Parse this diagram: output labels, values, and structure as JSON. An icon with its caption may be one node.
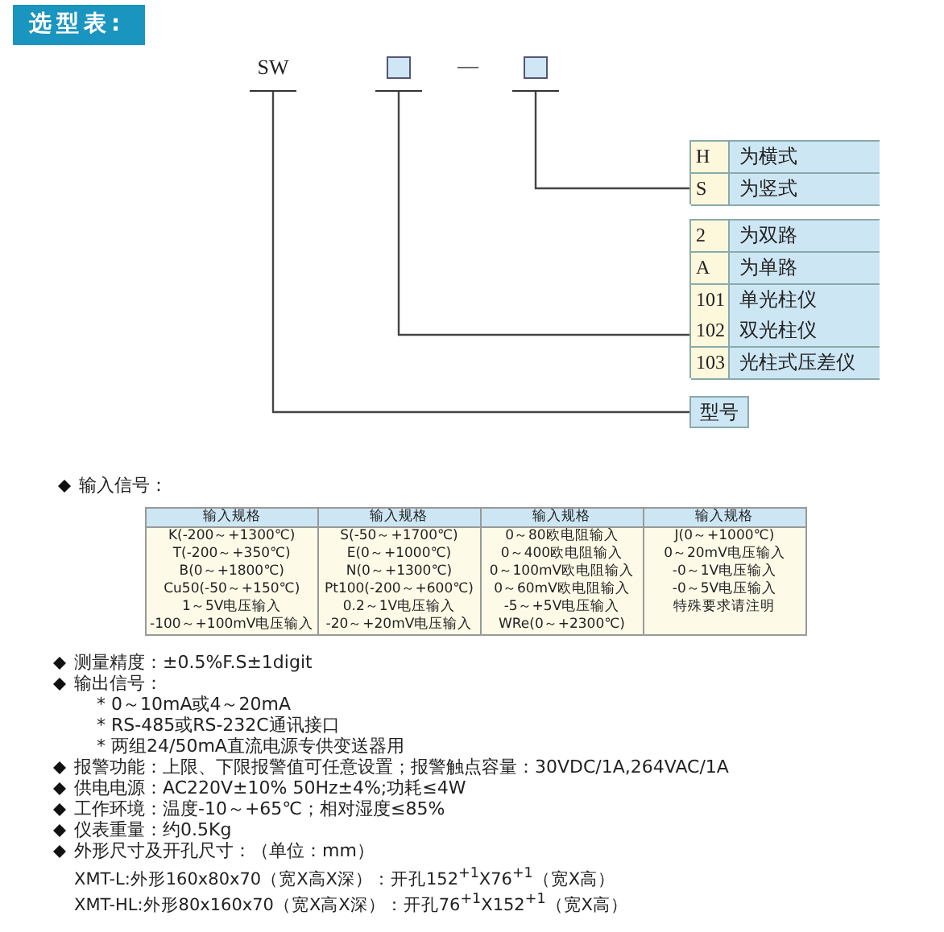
{
  "diagram": {
    "title": "选型表:",
    "nodes": [
      {
        "text": [
          "SW"
        ]
      },
      {
        "text": [],
        "shape": "box"
      },
      {
        "text": [],
        "shape": "box"
      },
      {
        "text": [],
        "shape": "box"
      },
      {
        "text": [
          "H",
          "为横式"
        ],
        "in": 3
      },
      {
        "text": [
          "S",
          "为竖式"
        ],
        "in": 3
      },
      {
        "text": [],
        "shape": "box"
      },
      {
        "text": [
          "2",
          "为双路"
        ],
        "in": 6
      },
      {
        "text": [
          "A",
          "为单路"
        ],
        "in": 6
      },
      {
        "text": [
          "101",
          "单光柱仪"
        ],
        "in": 6
      },
      {
        "text": [
          "102",
          "双光柱仪"
        ],
        "in": 6
      },
      {
        "text": [
          "103",
          "光柱式压差仪"
        ],
        "in": 6
      },
      {
        "text": [
          "型号"
        ]
      }
    ],
    "edges": [
      {
        "from": 2,
        "to": 3,
        "arrow": "none"
      },
      {
        "from": 1,
        "to": 6,
        "arrow": "none"
      },
      {
        "from": 0,
        "to": 12,
        "arrow": "none"
      }
    ],
    "labels": [
      "—",
      "输入信号：",
      "输入规格",
      "输入规格",
      "输入规格",
      "输入规格",
      "K(-200～+1300℃)",
      "S(-50～+1700℃)",
      "0～80欧电阻输入",
      "J(0～+1000℃)",
      "T(-200～+350℃)",
      "E(0～+1000℃)",
      "0～400欧电阻输入",
      "0～20mV电压输入",
      "B(0～+1800℃)",
      "N(0～+1300℃)",
      "0～100mV欧电阻输入",
      "-0～1V电压输入",
      "Cu50(-50～+150℃)",
      "Pt100(-200～+600℃)",
      "0～60mV欧电阻输入",
      "-0～5V电压输入",
      "1～5V电压输入",
      "0.2～1V电压输入",
      "-5～+5V电压输入",
      "特殊要求请注明",
      "-100～+100mV电压输入",
      "-20～+20mV电压输入",
      "WRe(0～+2300℃)",
      "测量精度：±0.5%F.S±1digit",
      "输出信号：",
      "* 0～10mA或4～20mA",
      "* RS-485或RS-232C通讯接口",
      "* 两组24/50mA直流电源专供变送器用",
      "报警功能：上限、下限报警值可任意设置；报警触点容量：30VDC/1A,264VAC/1A",
      "供电电源：AC220V±10% 50Hz±4%;功耗≤4W",
      "工作环境：温度-10～+65℃；相对湿度≤85%",
      "仪表重量：约0.5Kg",
      "外形尺寸及开孔尺寸：（单位：mm）",
      "XMT-L:外形160x80x70（宽X高X深）：开孔152$^{+1}$X76$^{+1}$（宽X高）",
      "XMT-HL:外形80x160x70（宽X高X深）：开孔76$^{+1}$X152$^{+1}$（宽X高）"
    ]
  }
}
